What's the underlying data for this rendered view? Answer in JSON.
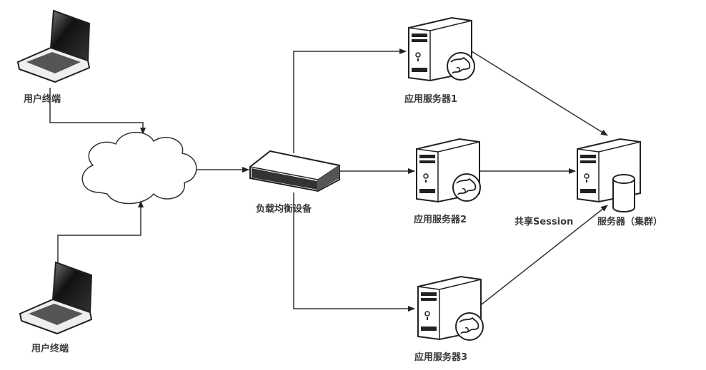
{
  "diagram": {
    "nodes": {
      "client_top": {
        "label": "用户终端",
        "icon": "laptop-icon"
      },
      "client_bottom": {
        "label": "用户终端",
        "icon": "laptop-icon"
      },
      "internet": {
        "label": "",
        "icon": "cloud-icon"
      },
      "load_balancer": {
        "label": "负载均衡设备",
        "icon": "switch-icon"
      },
      "app_server_1": {
        "label": "应用服务器1",
        "icon": "web-server-icon"
      },
      "app_server_2": {
        "label": "应用服务器2",
        "icon": "web-server-icon"
      },
      "app_server_3": {
        "label": "应用服务器3",
        "icon": "web-server-icon"
      },
      "session_server": {
        "label_a": "共享Session",
        "label_b": "服务器（集群）",
        "icon": "database-server-icon"
      }
    },
    "edges": [
      {
        "from": "client_top",
        "to": "internet"
      },
      {
        "from": "client_bottom",
        "to": "internet"
      },
      {
        "from": "internet",
        "to": "load_balancer"
      },
      {
        "from": "load_balancer",
        "to": "app_server_1"
      },
      {
        "from": "load_balancer",
        "to": "app_server_2"
      },
      {
        "from": "load_balancer",
        "to": "app_server_3"
      },
      {
        "from": "app_server_1",
        "to": "session_server"
      },
      {
        "from": "app_server_2",
        "to": "session_server"
      },
      {
        "from": "app_server_3",
        "to": "session_server"
      }
    ]
  }
}
